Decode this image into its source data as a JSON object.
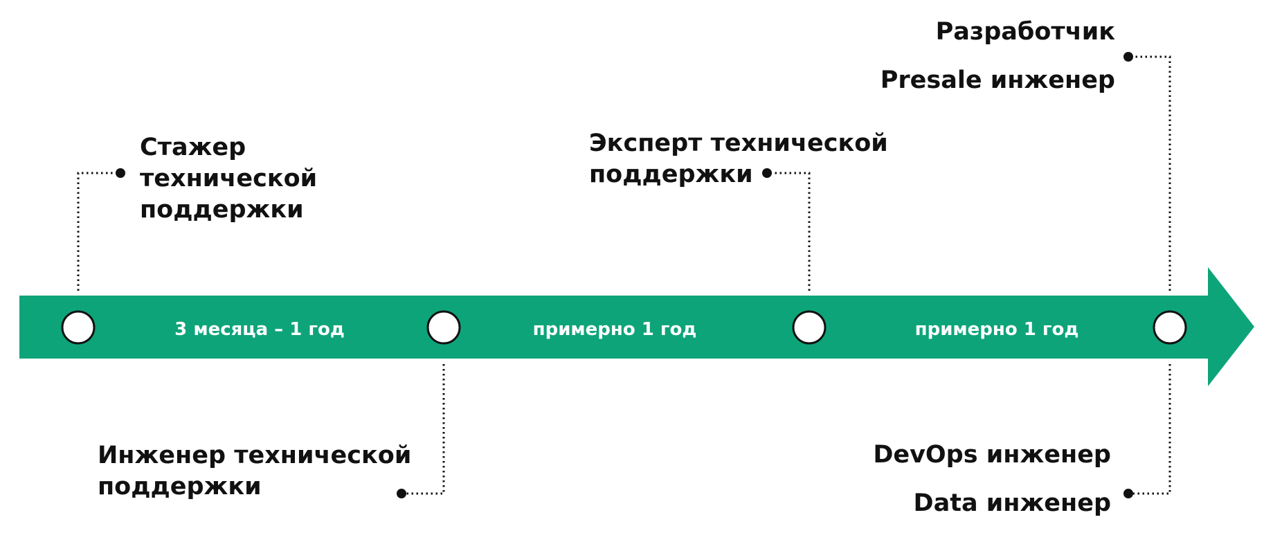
{
  "colors": {
    "arrow": "#0ea47a",
    "text": "#111111",
    "period_text": "#ffffff",
    "node_fill": "#ffffff",
    "node_stroke": "#111111",
    "connector": "#111111"
  },
  "periods": [
    "3 месяца – 1 год",
    "примерно 1 год",
    "примерно 1 год"
  ],
  "roles": {
    "stage1": [
      "Стажер",
      "технической",
      "поддержки"
    ],
    "stage2": [
      "Инженер технической",
      "поддержки"
    ],
    "stage3": [
      "Эксперт технической",
      "поддержки"
    ],
    "stage4_top": [
      "Разработчик",
      "Presale инженер"
    ],
    "stage4_bottom": [
      "DevOps инженер",
      "Data инженер"
    ]
  }
}
